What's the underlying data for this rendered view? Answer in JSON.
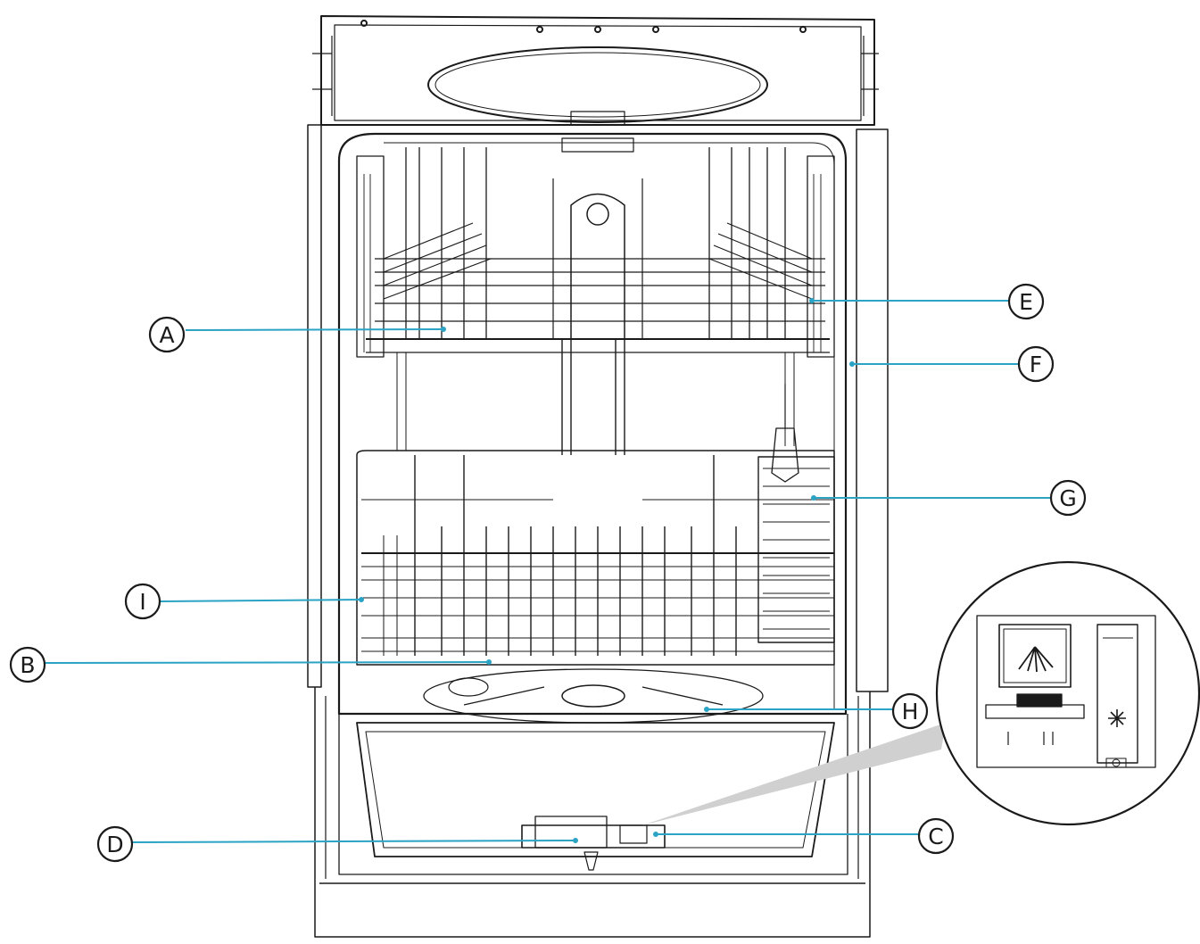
{
  "colors": {
    "line": "#1a1a1a",
    "thin": "#555555",
    "leader": "#2aa3c4",
    "callout_fill": "#ffffff",
    "zoom_wedge": "#d0d0d0"
  },
  "callouts": [
    {
      "id": "A",
      "label": "A"
    },
    {
      "id": "B",
      "label": "B"
    },
    {
      "id": "C",
      "label": "C"
    },
    {
      "id": "D",
      "label": "D"
    },
    {
      "id": "E",
      "label": "E"
    },
    {
      "id": "F",
      "label": "F"
    },
    {
      "id": "G",
      "label": "G"
    },
    {
      "id": "H",
      "label": "H"
    },
    {
      "id": "I",
      "label": "I"
    }
  ],
  "detail_inset": {
    "icons": [
      "rinse-aid-spray-icon",
      "sun-asterisk-icon"
    ]
  }
}
